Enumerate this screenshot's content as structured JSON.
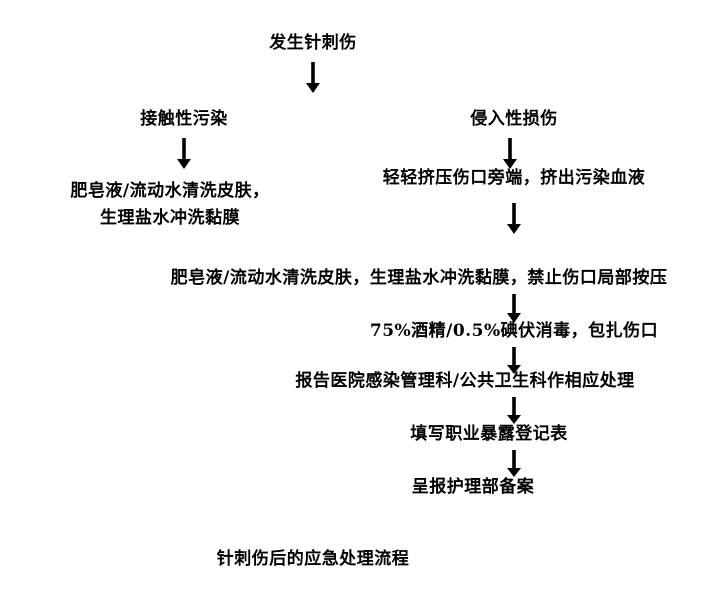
{
  "document": {
    "type": "flowchart",
    "language": "zh-CN",
    "caption": "针刺伤后的应急处理流程",
    "background_color": "#ffffff",
    "text_color": "#000000"
  },
  "flow": {
    "start": {
      "label": "发生针刺伤"
    },
    "branches": {
      "left": {
        "label": "接触性污染",
        "step": {
          "line1": "肥皂液/流动水清洗皮肤，",
          "line2": "生理盐水冲洗黏膜"
        }
      },
      "right": {
        "label": "侵入性损伤",
        "step": {
          "line1": "轻轻挤压伤口旁端，挤出污染血液"
        }
      }
    },
    "steps": [
      {
        "label": "肥皂液/流动水清洗皮肤，生理盐水冲洗黏膜，禁止伤口局部按压"
      },
      {
        "label": "75%酒精/0.5%碘伏消毒，包扎伤口"
      },
      {
        "label": "报告医院感染管理科/公共卫生科作相应处理"
      },
      {
        "label": "填写职业暴露登记表"
      },
      {
        "label": "呈报护理部备案"
      }
    ]
  },
  "arrows": {
    "glyph": "down-arrow",
    "count": 8,
    "color": "#000000"
  }
}
